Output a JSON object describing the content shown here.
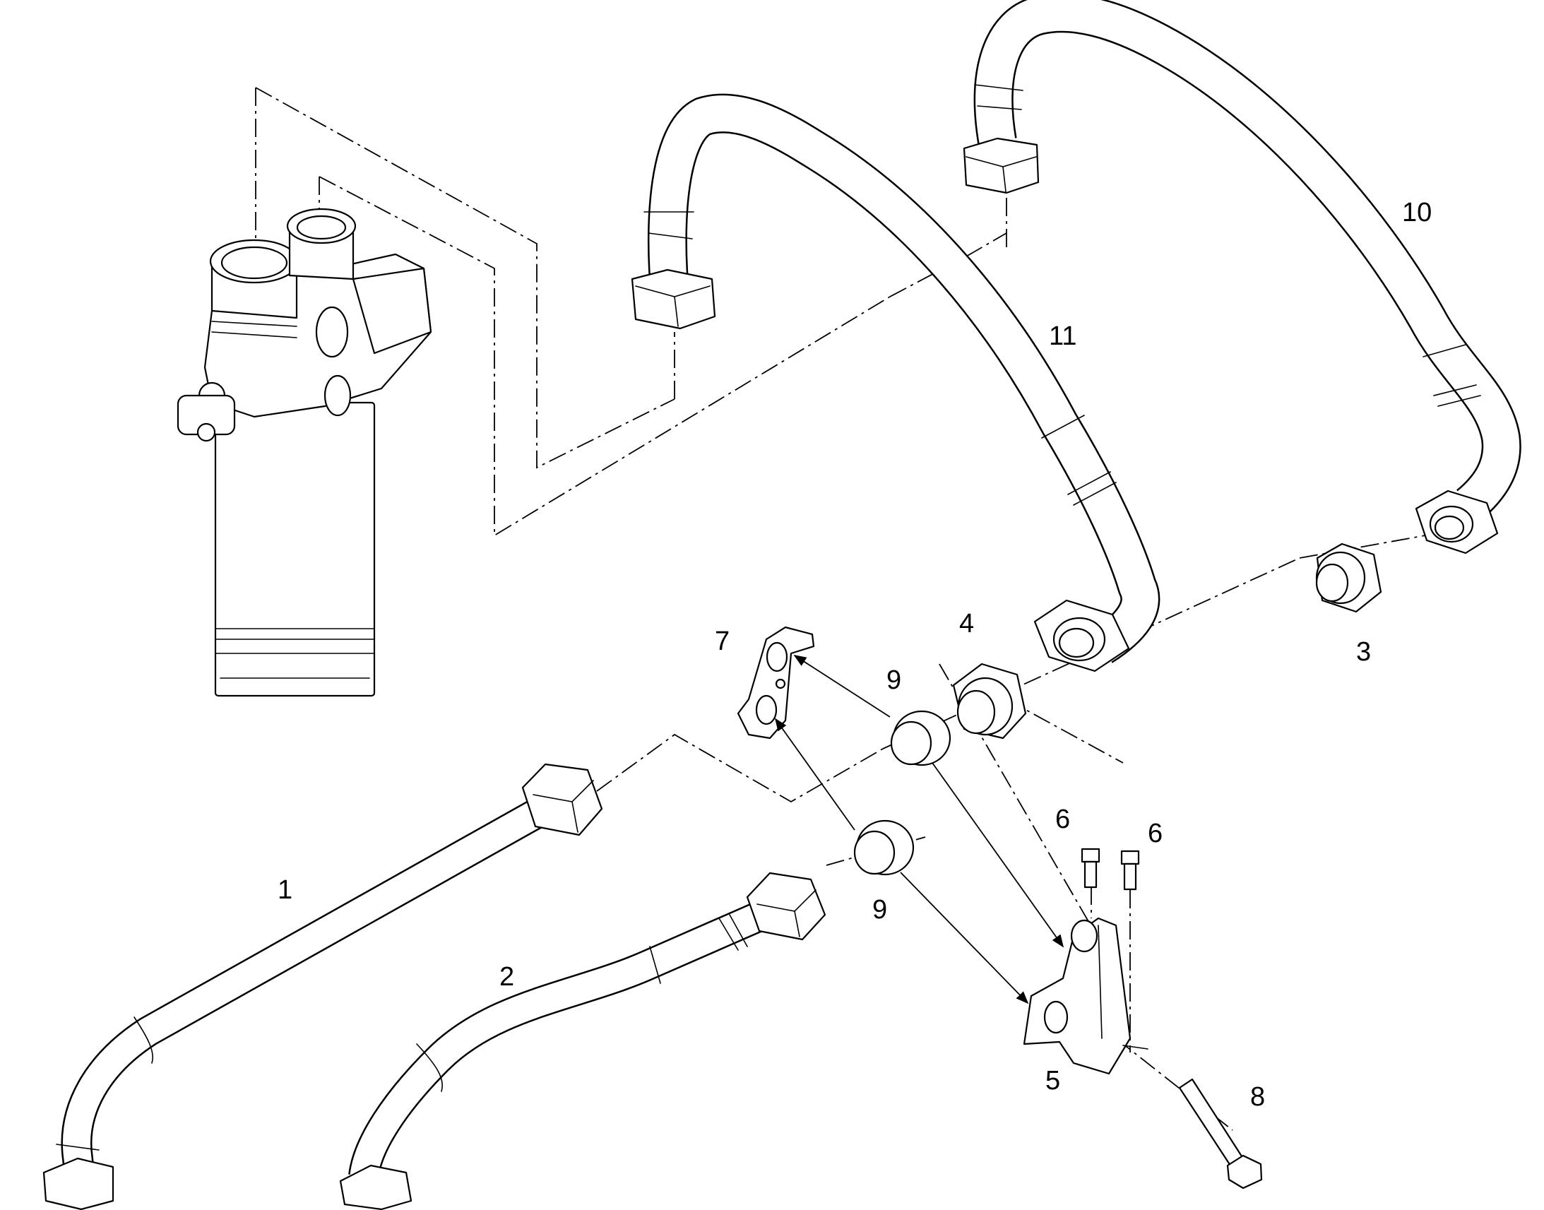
{
  "callouts": [
    {
      "part": "1",
      "text": "1"
    },
    {
      "part": "2",
      "text": "2"
    },
    {
      "part": "3",
      "text": "3"
    },
    {
      "part": "4",
      "text": "4"
    },
    {
      "part": "5",
      "text": "5"
    },
    {
      "part": "6a",
      "text": "6"
    },
    {
      "part": "6b",
      "text": "6"
    },
    {
      "part": "7",
      "text": "7"
    },
    {
      "part": "8",
      "text": "8"
    },
    {
      "part": "9a",
      "text": "9"
    },
    {
      "part": "9b",
      "text": "9"
    },
    {
      "part": "10",
      "text": "10"
    },
    {
      "part": "11",
      "text": "11"
    }
  ],
  "colors": {
    "line": "#000000",
    "background": "#ffffff"
  }
}
